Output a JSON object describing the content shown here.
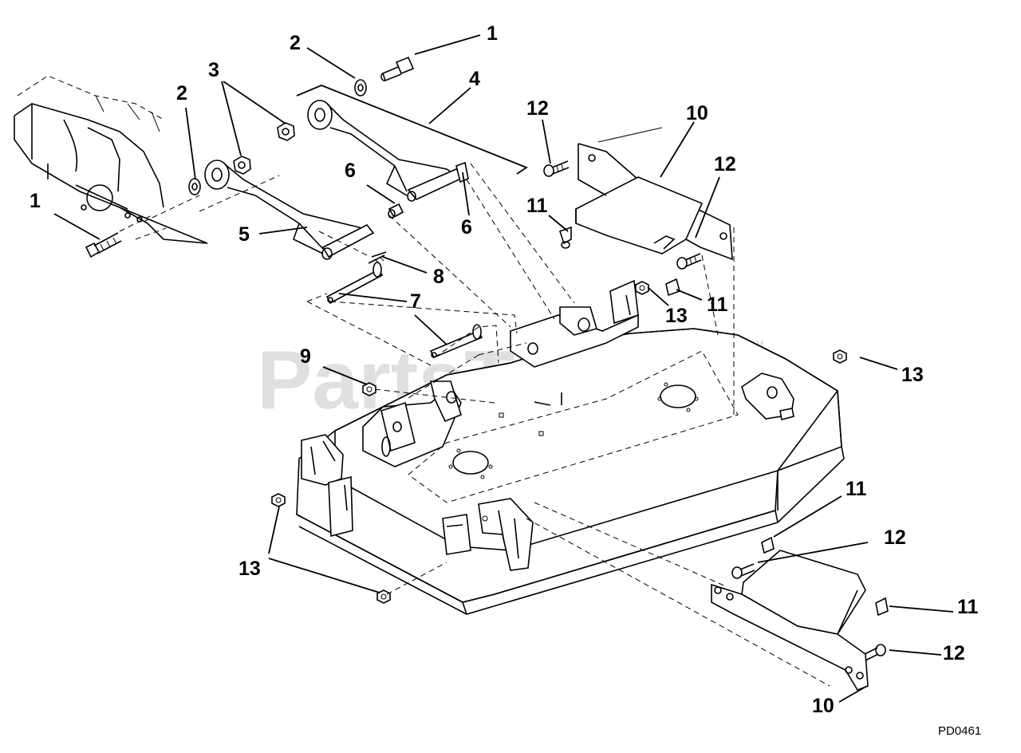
{
  "watermark": {
    "text": "PartsTree",
    "trademark": "TM"
  },
  "drawing_code": "PD0461",
  "callouts": [
    "1",
    "2",
    "3",
    "2",
    "4",
    "1",
    "5",
    "6",
    "6",
    "7",
    "8",
    "9",
    "10",
    "12",
    "12",
    "11",
    "11",
    "13",
    "13",
    "13",
    "11",
    "12",
    "11",
    "12",
    "10"
  ]
}
